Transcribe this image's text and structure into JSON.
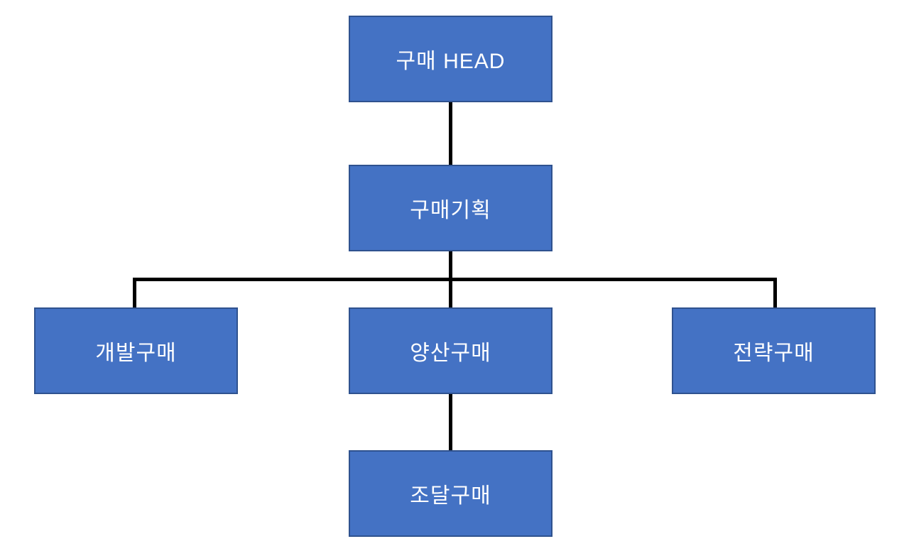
{
  "diagram": {
    "type": "org-chart",
    "colors": {
      "box_fill": "#4472C4",
      "box_border": "#2F528F",
      "connector": "#000000",
      "text": "#FFFFFF",
      "background": "#FFFFFF"
    },
    "nodes": {
      "head": {
        "label": "구매 HEAD"
      },
      "planning": {
        "label": "구매기획"
      },
      "dev": {
        "label": "개발구매"
      },
      "mass": {
        "label": "양산구매"
      },
      "strategy": {
        "label": "전략구매"
      },
      "procurement": {
        "label": "조달구매"
      }
    },
    "edges": [
      {
        "from": "head",
        "to": "planning"
      },
      {
        "from": "planning",
        "to": "dev"
      },
      {
        "from": "planning",
        "to": "mass"
      },
      {
        "from": "planning",
        "to": "strategy"
      },
      {
        "from": "mass",
        "to": "procurement"
      }
    ]
  }
}
